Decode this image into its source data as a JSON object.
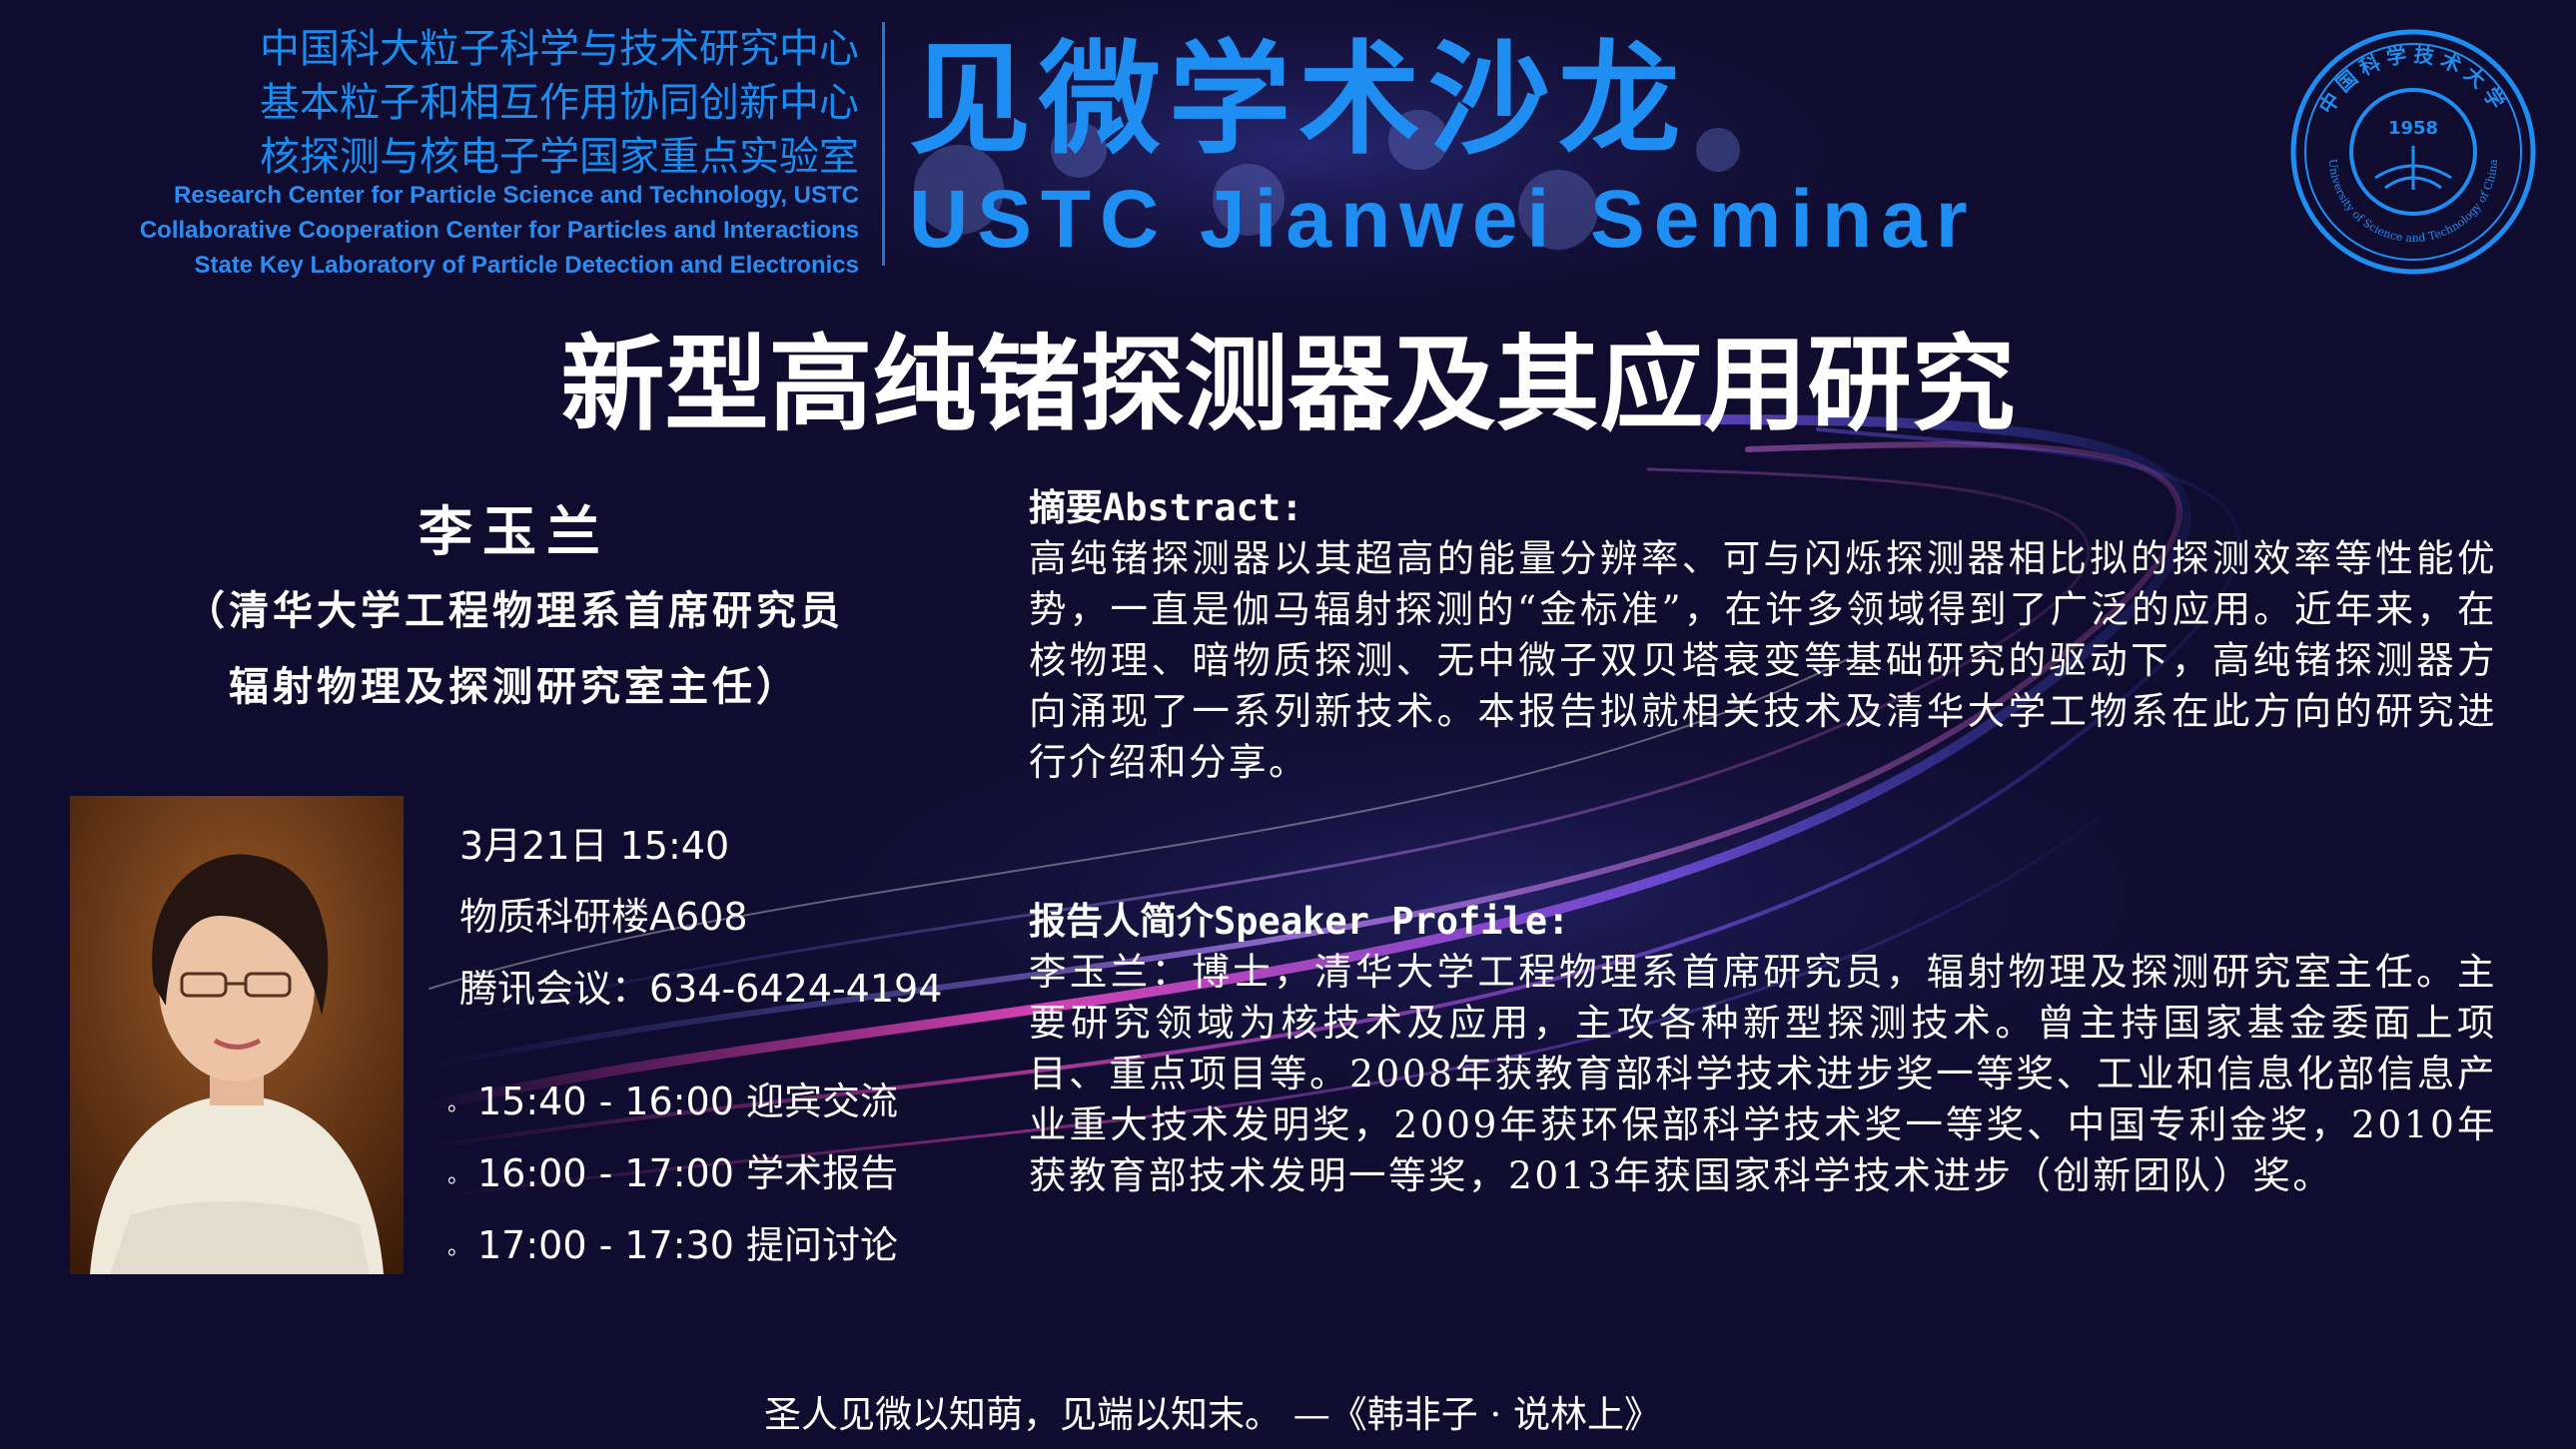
{
  "header": {
    "institutions_cn": [
      "中国科大粒子科学与技术研究中心",
      "基本粒子和相互作用协同创新中心",
      "核探测与核电子学国家重点实验室"
    ],
    "institutions_en": [
      "Research Center for Particle Science and Technology, USTC",
      "Collaborative Cooperation Center for Particles and Interactions",
      "State Key Laboratory of Particle Detection and Electronics"
    ],
    "series_cn": "见微学术沙龙",
    "series_en": "USTC Jianwei Seminar",
    "logo": {
      "top_text": "中国科学技术大学",
      "year": "1958",
      "bottom_text": "University of Science and Technology of China"
    }
  },
  "talk": {
    "title": "新型高纯锗探测器及其应用研究"
  },
  "speaker": {
    "name": "李玉兰",
    "affiliation_lines": [
      "（清华大学工程物理系首席研究员",
      "辐射物理及探测研究室主任）"
    ]
  },
  "event": {
    "datetime": "3月21日  15:40",
    "location": "物质科研楼A608",
    "meeting": "腾讯会议：634-6424-4194",
    "bullet": "。",
    "schedule": [
      "15:40 - 16:00 迎宾交流",
      "16:00 - 17:00 学术报告",
      "17:00 - 17:30 提问讨论"
    ]
  },
  "abstract": {
    "heading": "摘要Abstract:",
    "text": "高纯锗探测器以其超高的能量分辨率、可与闪烁探测器相比拟的探测效率等性能优势，一直是伽马辐射探测的“金标准”，在许多领域得到了广泛的应用。近年来，在核物理、暗物质探测、无中微子双贝塔衰变等基础研究的驱动下，高纯锗探测器方向涌现了一系列新技术。本报告拟就相关技术及清华大学工物系在此方向的研究进行介绍和分享。"
  },
  "profile": {
    "heading": "报告人简介Speaker Profile:",
    "text": "李玉兰：博士，清华大学工程物理系首席研究员，辐射物理及探测研究室主任。主要研究领域为核技术及应用，主攻各种新型探测技术。曾主持国家基金委面上项目、重点项目等。2008年获教育部科学技术进步奖一等奖、工业和信息化部信息产业重大技术发明奖，2009年获环保部科学技术奖一等奖、中国专利金奖，2010年获教育部技术发明一等奖，2013年获国家科学技术进步（创新团队）奖。"
  },
  "footer": {
    "quote": "圣人见微以知萌，见端以知末。    —《韩非子 · 说林上》"
  },
  "colors": {
    "background": "#100c30",
    "accent_blue": "#1f8ef2",
    "text": "#ffffff"
  }
}
